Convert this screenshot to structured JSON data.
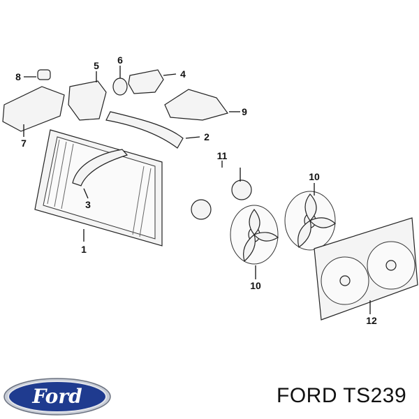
{
  "diagram": {
    "callouts": [
      "1",
      "2",
      "3",
      "4",
      "5",
      "6",
      "7",
      "8",
      "9",
      "10",
      "10",
      "11",
      "12"
    ]
  },
  "logo": {
    "text": "Ford",
    "colors": {
      "outer": "#c7ccd6",
      "inner": "#1f3b8f",
      "text": "#ffffff"
    }
  },
  "caption": {
    "text": "FORD TS239"
  }
}
